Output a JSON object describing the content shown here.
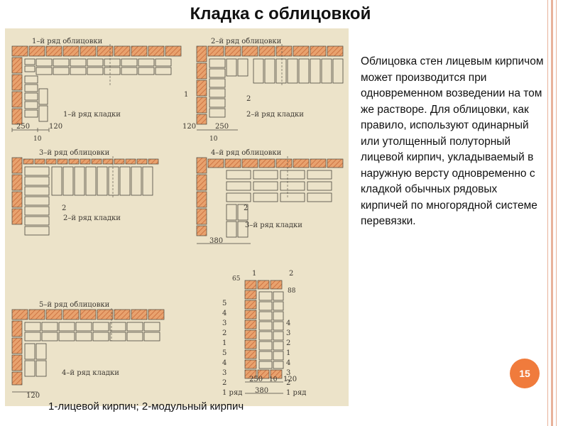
{
  "slide": {
    "title": "Кладка с облицовкой",
    "page_number": "15",
    "legend": "1-лицевой кирпич; 2-модульный кирпич",
    "body": "Облицовка стен лицевым кирпичом может производится при одновременном возведении на том же растворе. Для облицовки, как правило, используют одинарный или утолщенный полуторный лицевой кирпич, укладываемый в наружную версту одновременно с кладкой обычных рядовых кирпичей по многорядной системе перевязки."
  },
  "diagram": {
    "labels": {
      "p1_face": "1–й ряд облицовки",
      "p1_masonry": "1–й ряд кладки",
      "p2_face": "2–й ряд облицовки",
      "p2_masonry": "2–й ряд кладки",
      "p3_face": "3–й ряд облицовки",
      "p3_masonry": "2–й ряд кладки",
      "p4_face": "4–й ряд облицовки",
      "p4_masonry": "3–й ряд кладки",
      "p5_face": "5–й ряд облицовки",
      "p5_masonry": "4–й ряд кладки"
    },
    "markers": {
      "one": "1",
      "two": "2"
    },
    "dimensions": {
      "d250": "250",
      "d120": "120",
      "d10": "10",
      "d380": "380",
      "d65": "65",
      "d88": "88"
    },
    "section": {
      "left": [
        "5",
        "4",
        "3",
        "2",
        "1",
        "5",
        "4",
        "3",
        "2",
        "1 ряд"
      ],
      "right": [
        "4",
        "3",
        "2",
        "1",
        "4",
        "3",
        "2",
        "1 ряд"
      ]
    },
    "colors": {
      "paper": "#ece3c9",
      "face_brick": "#e8a26e",
      "line": "#4a463e",
      "text": "#3a3630"
    }
  }
}
